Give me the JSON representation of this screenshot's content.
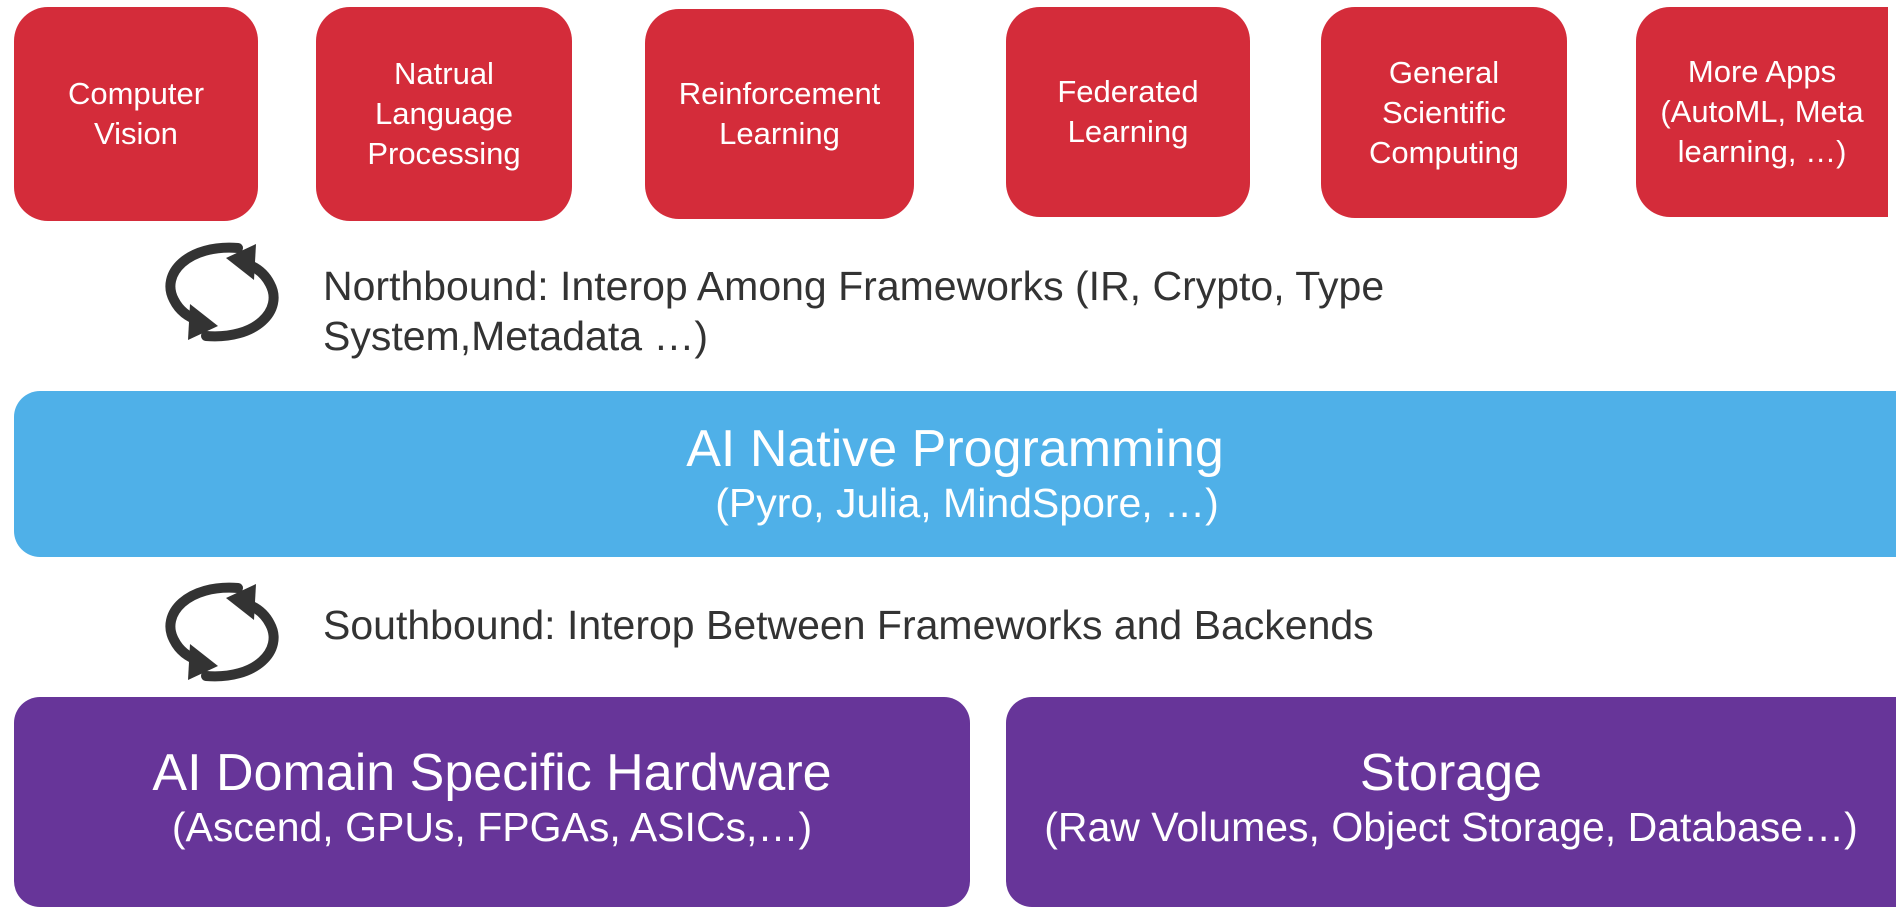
{
  "colors": {
    "app_red": "#d42c3a",
    "programming_blue": "#4fb0e8",
    "infra_purple": "#673599",
    "text_dark": "#333333",
    "icon_dark": "#333333"
  },
  "applications": [
    {
      "label": "Computer\nVision"
    },
    {
      "label": "Natrual\nLanguage\nProcessing"
    },
    {
      "label": "Reinforcement\nLearning"
    },
    {
      "label": "Federated\nLearning"
    },
    {
      "label": "General\nScientific\nComputing"
    },
    {
      "label": "More Apps\n(AutoML, Meta\nlearning, …)"
    }
  ],
  "northbound": {
    "icon": "cycle-arrows-icon",
    "text": "Northbound: Interop Among Frameworks (IR, Crypto, Type\nSystem,Metadata …)"
  },
  "programming": {
    "title": "AI Native Programming",
    "subtitle": "(Pyro, Julia, MindSpore, …)"
  },
  "southbound": {
    "icon": "cycle-arrows-icon",
    "text": "Southbound: Interop Between Frameworks and Backends"
  },
  "hardware": {
    "title": "AI Domain Specific Hardware",
    "subtitle": "(Ascend, GPUs, FPGAs, ASICs,…)"
  },
  "storage": {
    "title": "Storage",
    "subtitle": "(Raw Volumes, Object Storage, Database…)"
  }
}
